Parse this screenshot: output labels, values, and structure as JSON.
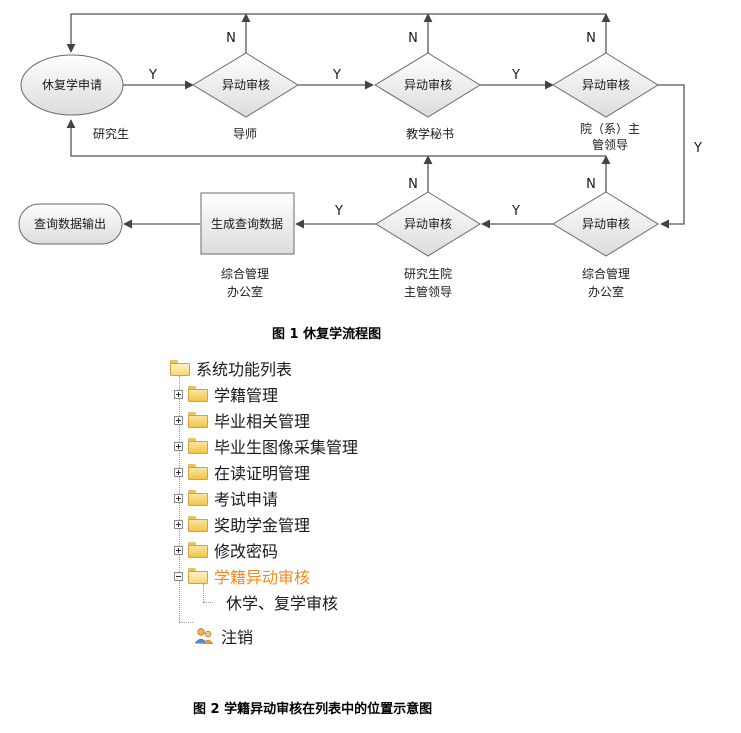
{
  "figure1": {
    "caption": "图 1  休复学流程图",
    "nodes": {
      "start": "休复学申请",
      "review1": "异动审核",
      "review2": "异动审核",
      "review3": "异动审核",
      "review4": "异动审核",
      "review5": "异动审核",
      "generate": "生成查询数据",
      "output": "查询数据输出"
    },
    "roles": {
      "student": "研究生",
      "tutor": "导师",
      "secretary": "教学秘书",
      "dept_leader_1": "院（系）主",
      "dept_leader_2": "管领导",
      "admin_office_1": "综合管理",
      "admin_office_2": "办公室",
      "grad_leader_1": "研究生院",
      "grad_leader_2": "主管领导",
      "gen_office_1": "综合管理",
      "gen_office_2": "办公室"
    },
    "edge_labels": {
      "y1": "Y",
      "y2": "Y",
      "y3": "Y",
      "y4": "Y",
      "y5": "Y",
      "y6": "Y",
      "n1": "N",
      "n2": "N",
      "n3": "N",
      "n4": "N",
      "n5": "N"
    }
  },
  "figure2": {
    "caption": "图 2  学籍异动审核在列表中的位置示意图",
    "root": "系统功能列表",
    "items": [
      "学籍管理",
      "毕业相关管理",
      "毕业生图像采集管理",
      "在读证明管理",
      "考试申请",
      "奖助学金管理",
      "修改密码",
      "学籍异动审核"
    ],
    "active_item": "学籍异动审核",
    "active_color": "#ee8a24",
    "child": "休学、复学审核",
    "logout": "注销"
  }
}
